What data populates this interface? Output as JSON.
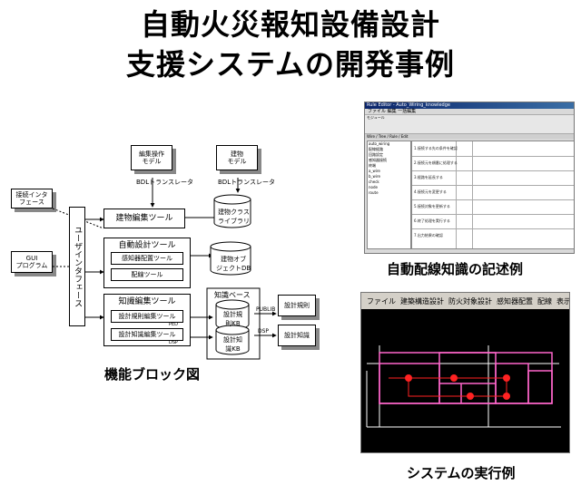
{
  "title": {
    "line1": "自動火災報知設備設計",
    "line2": "支援システムの開発事例"
  },
  "captions": {
    "block_diagram": "機能ブロック図",
    "rules_example": "自動配線知識の記述例",
    "run_example": "システムの実行例"
  },
  "diagram": {
    "model_op": "編集操作\nモデル",
    "building_model": "建物\nモデル",
    "bdl_translator_1": "BDLトランスレータ",
    "bdl_translator_2": "BDLトランスレータ",
    "connect_interface": "接続インタ\nフェース",
    "gui_program": "GUI\nプログラム",
    "user_interface": "ユーザインタフェース",
    "building_edit_tool": "建物編集ツール",
    "auto_design_tool": "自動設計ツール",
    "sensor_placement_tool": "感知器配置ツール",
    "wiring_tool": "配線ツール",
    "knowledge_edit_tool": "知識編集ツール",
    "design_rule_edit_tool": "設計規則編集ツール",
    "design_knowledge_edit_tool": "設計知識編集ツール",
    "ped": "PED",
    "dsp": "DSP",
    "building_class_library": "建物クラス\nライブラリ",
    "building_object_db": "建物オブ\nジェクトDB",
    "knowledge_base": "知識ベース",
    "design_rule_kb": "設計規\n則KB",
    "design_knowledge_kb": "設計知\n識KB",
    "publib": "PUBLIB",
    "dsp_out": "DSP",
    "design_rules": "設計規則",
    "design_knowledge": "設計知識"
  },
  "rules_window": {
    "title": "Rule Editor - Auto_Wiring_knowledge",
    "menu": "ファイル  編集  一括編集",
    "module_label": "モジュール",
    "tabs": "Wire / Tree / Rule / Edit",
    "tree_items": [
      "auto_wiring",
      "配線経路",
      "回路設定",
      "感知器接続",
      "終端",
      "a_wire",
      "b_wire",
      "check",
      "node",
      "route"
    ],
    "rule_items": [
      "1.接続する先の条件を確認",
      "2.接続元を順番に処理する",
      "3.経路を延長する",
      "4.接続元を変更する",
      "5.接続対象を更新する",
      "6.終了処理を実行する",
      "7.出力結果の確認"
    ]
  },
  "run_window": {
    "menu": [
      "ファイル",
      "建築構造設計",
      "防火対象設計",
      "感知器配置",
      "配線",
      "表示"
    ]
  },
  "colors": {
    "run_bg": "#000000",
    "run_room": "#ff66cc",
    "run_wire": "#ff2222",
    "run_wall": "#ffffff"
  }
}
